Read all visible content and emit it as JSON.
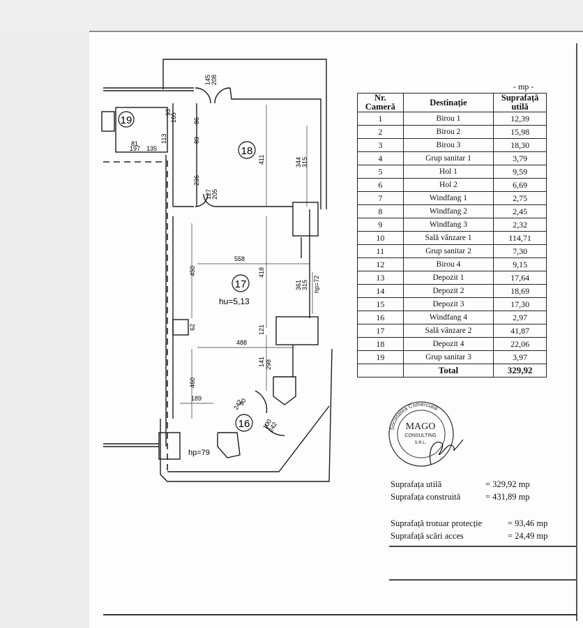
{
  "table": {
    "unit_note": "- mp -",
    "headers": {
      "nr": [
        "Nr.",
        "Cameră"
      ],
      "dest": "Destinație",
      "supr": [
        "Suprafață",
        "utilă"
      ]
    },
    "rows": [
      {
        "nr": "1",
        "dest": "Birou 1",
        "area": "12,39"
      },
      {
        "nr": "2",
        "dest": "Birou 2",
        "area": "15,98"
      },
      {
        "nr": "3",
        "dest": "Birou 3",
        "area": "18,30"
      },
      {
        "nr": "4",
        "dest": "Grup sanitar 1",
        "area": "3,79"
      },
      {
        "nr": "5",
        "dest": "Hol 1",
        "area": "9,59"
      },
      {
        "nr": "6",
        "dest": "Hol 2",
        "area": "6,69"
      },
      {
        "nr": "7",
        "dest": "Windfang 1",
        "area": "2,75"
      },
      {
        "nr": "8",
        "dest": "Windfang 2",
        "area": "2,45"
      },
      {
        "nr": "9",
        "dest": "Windfang 3",
        "area": "2,32"
      },
      {
        "nr": "10",
        "dest": "Sală vânzare 1",
        "area": "114,71"
      },
      {
        "nr": "11",
        "dest": "Grup sanitar 2",
        "area": "7,30"
      },
      {
        "nr": "12",
        "dest": "Birou 4",
        "area": "9,15"
      },
      {
        "nr": "13",
        "dest": "Depozit 1",
        "area": "17,64"
      },
      {
        "nr": "14",
        "dest": "Depozit 2",
        "area": "18,69"
      },
      {
        "nr": "15",
        "dest": "Depozit 3",
        "area": "17,30"
      },
      {
        "nr": "16",
        "dest": "Windfang 4",
        "area": "2,97"
      },
      {
        "nr": "17",
        "dest": "Sală vânzare 2",
        "area": "41,87"
      },
      {
        "nr": "18",
        "dest": "Depozit 4",
        "area": "22,06"
      },
      {
        "nr": "19",
        "dest": "Grup sanitar 3",
        "area": "3,97"
      }
    ],
    "total_label": "Total",
    "total_value": "329,92"
  },
  "stamp": {
    "ring_top": "Societatea Comercială",
    "line1": "MAGO",
    "line2": "CONSULTING",
    "line3": "S.R.L."
  },
  "summary": {
    "util_label": "Suprafața utilă",
    "util_value": "= 329,92 mp",
    "constr_label": "Suprafața construită",
    "constr_value": "= 431,89 mp",
    "trotuar_label": "Suprafață trotuar protecție",
    "trotuar_value": "= 93,46 mp",
    "scari_label": "Suprafață scări acces",
    "scari_value": "= 24,49 mp"
  },
  "plan": {
    "rooms": [
      "19",
      "18",
      "17",
      "16"
    ],
    "hu_label": "hu=5,13",
    "hp79": "hp=79",
    "hp72": "hp=72",
    "dims": {
      "d145": "145",
      "d208": "208",
      "d86": "86",
      "d89": "89",
      "d411": "411",
      "d344": "344",
      "d315a": "315",
      "d236": "236",
      "d127": "127",
      "d205": "205",
      "d81": "81",
      "d197": "197",
      "d135": "135",
      "d113": "113",
      "d93": "93",
      "d165": "165",
      "d558": "558",
      "d450": "450",
      "d418": "418",
      "d361": "361",
      "d315b": "315",
      "d62": "62",
      "d121": "121",
      "d488": "488",
      "d141": "141",
      "d298": "298",
      "d460": "460",
      "d189": "189",
      "d90": "90",
      "d242a": "242",
      "d242b": "242",
      "d100": "100"
    }
  }
}
